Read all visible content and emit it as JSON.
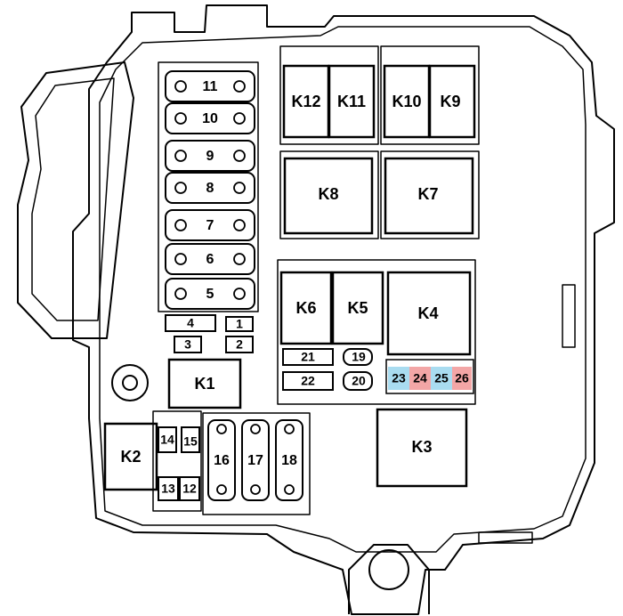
{
  "relays": {
    "k1": "K1",
    "k2": "K2",
    "k3": "K3",
    "k4": "K4",
    "k5": "K5",
    "k6": "K6",
    "k7": "K7",
    "k8": "K8",
    "k9": "K9",
    "k10": "K10",
    "k11": "K11",
    "k12": "K12"
  },
  "fuses": {
    "f1": "1",
    "f2": "2",
    "f3": "3",
    "f4": "4",
    "f5": "5",
    "f6": "6",
    "f7": "7",
    "f8": "8",
    "f9": "9",
    "f10": "10",
    "f11": "11",
    "f12": "12",
    "f13": "13",
    "f14": "14",
    "f15": "15",
    "f16": "16",
    "f17": "17",
    "f18": "18",
    "f19": "19",
    "f20": "20",
    "f21": "21",
    "f22": "22",
    "f23": "23",
    "f24": "24",
    "f25": "25",
    "f26": "26"
  },
  "colors": {
    "line": "#000000",
    "highlight_blue": "#a9dcf0",
    "highlight_red": "#f3a6a6"
  }
}
